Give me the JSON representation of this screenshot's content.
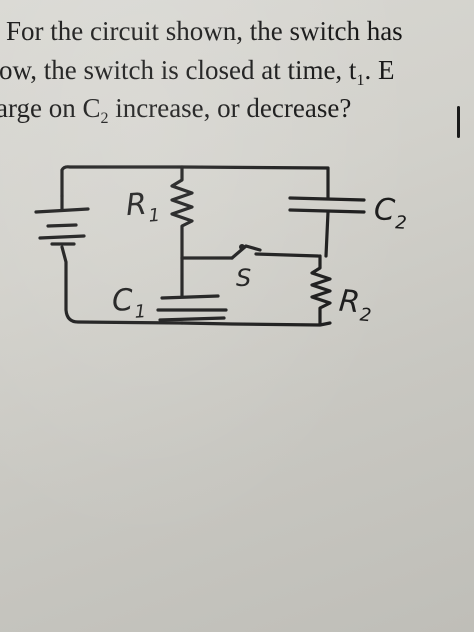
{
  "question": {
    "line1": "For the circuit shown, the switch has",
    "line2_main": "ow, the switch is closed at time, t",
    "line2_sub": "1",
    "line2_end": ".  E",
    "line3_start": "arge on C",
    "line3_sub": "2",
    "line3_end": " increase, or decrease?"
  },
  "circuit_labels": {
    "r1": "R",
    "r1_sub": "1",
    "c2": "C",
    "c2_sub": "2",
    "switch": "S",
    "c1": "C",
    "c1_sub": "1",
    "r2": "R",
    "r2_sub": "2"
  }
}
